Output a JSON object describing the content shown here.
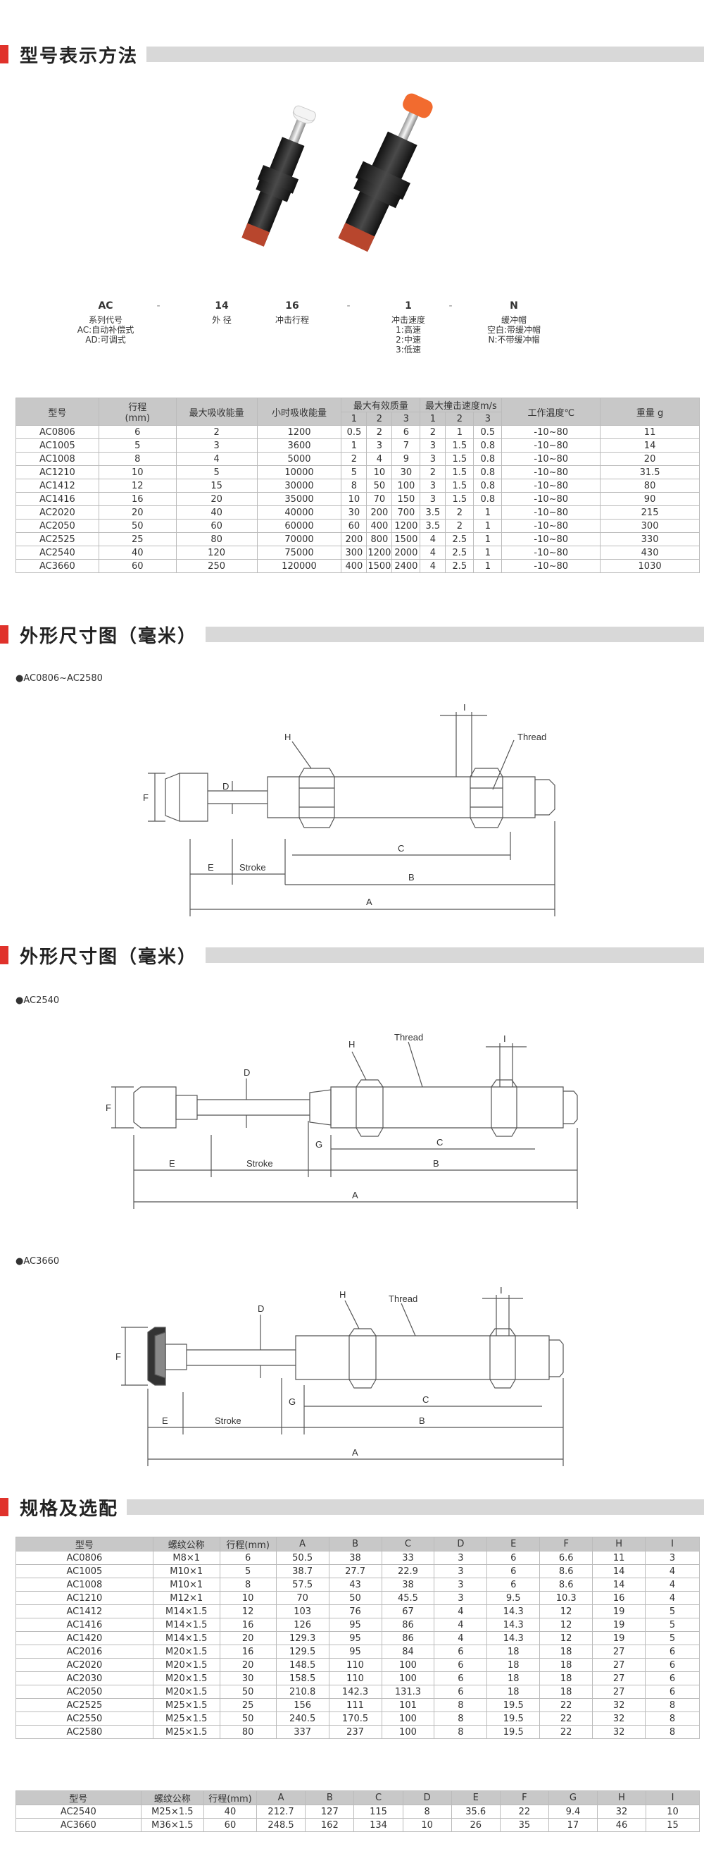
{
  "sec1": {
    "title": "型号表示方法"
  },
  "code": {
    "parts": [
      {
        "key": "AC",
        "desc": [
          "系列代号",
          "AC:自动补偿式",
          "AD:可调式"
        ]
      },
      {
        "key": "-",
        "desc": []
      },
      {
        "key": "14",
        "desc": [
          "外 径"
        ]
      },
      {
        "key": "16",
        "desc": [
          "冲击行程"
        ]
      },
      {
        "key": "-",
        "desc": []
      },
      {
        "key": "1",
        "desc": [
          "冲击速度",
          "1:高速",
          "2:中速",
          "3:低速"
        ]
      },
      {
        "key": "-",
        "desc": []
      },
      {
        "key": "N",
        "desc": [
          "缓冲帽",
          "空白:带缓冲帽",
          "N:不带缓冲帽"
        ]
      }
    ]
  },
  "table1": {
    "headers": {
      "model": "型号",
      "stroke": "行程",
      "stroke_unit": "(mm)",
      "max_energy": "最大吸收能量",
      "hour_energy": "小时吸收能量",
      "max_mass": "最大有效质量",
      "max_speed": "最大撞击速度m/s",
      "temp": "工作温度℃",
      "weight": "重量 g",
      "sub": [
        "1",
        "2",
        "3",
        "1",
        "2",
        "3"
      ]
    },
    "rows": [
      [
        "AC0806",
        "6",
        "2",
        "1200",
        "0.5",
        "2",
        "6",
        "2",
        "1",
        "0.5",
        "-10~80",
        "11"
      ],
      [
        "AC1005",
        "5",
        "3",
        "3600",
        "1",
        "3",
        "7",
        "3",
        "1.5",
        "0.8",
        "-10~80",
        "14"
      ],
      [
        "AC1008",
        "8",
        "4",
        "5000",
        "2",
        "4",
        "9",
        "3",
        "1.5",
        "0.8",
        "-10~80",
        "20"
      ],
      [
        "AC1210",
        "10",
        "5",
        "10000",
        "5",
        "10",
        "30",
        "2",
        "1.5",
        "0.8",
        "-10~80",
        "31.5"
      ],
      [
        "AC1412",
        "12",
        "15",
        "30000",
        "8",
        "50",
        "100",
        "3",
        "1.5",
        "0.8",
        "-10~80",
        "80"
      ],
      [
        "AC1416",
        "16",
        "20",
        "35000",
        "10",
        "70",
        "150",
        "3",
        "1.5",
        "0.8",
        "-10~80",
        "90"
      ],
      [
        "AC2020",
        "20",
        "40",
        "40000",
        "30",
        "200",
        "700",
        "3.5",
        "2",
        "1",
        "-10~80",
        "215"
      ],
      [
        "AC2050",
        "50",
        "60",
        "60000",
        "60",
        "400",
        "1200",
        "3.5",
        "2",
        "1",
        "-10~80",
        "300"
      ],
      [
        "AC2525",
        "25",
        "80",
        "70000",
        "200",
        "800",
        "1500",
        "4",
        "2.5",
        "1",
        "-10~80",
        "330"
      ],
      [
        "AC2540",
        "40",
        "120",
        "75000",
        "300",
        "1200",
        "2000",
        "4",
        "2.5",
        "1",
        "-10~80",
        "430"
      ],
      [
        "AC3660",
        "60",
        "250",
        "120000",
        "400",
        "1500",
        "2400",
        "4",
        "2.5",
        "1",
        "-10~80",
        "1030"
      ]
    ]
  },
  "sec2": {
    "title": "外形尺寸图（毫米）",
    "model_label": "●AC0806~AC2580"
  },
  "sec3": {
    "title": "外形尺寸图（毫米）",
    "model_label_1": "●AC2540",
    "model_label_2": "●AC3660"
  },
  "dims": {
    "A": "A",
    "B": "B",
    "C": "C",
    "D": "D",
    "E": "E",
    "F": "F",
    "G": "G",
    "H": "H",
    "I": "I",
    "stroke": "Stroke",
    "thread": "Thread"
  },
  "sec4": {
    "title": "规格及选配"
  },
  "table2": {
    "headers": [
      "型号",
      "螺纹公称",
      "行程(mm)",
      "A",
      "B",
      "C",
      "D",
      "E",
      "F",
      "H",
      "I"
    ],
    "rows": [
      [
        "AC0806",
        "M8×1",
        "6",
        "50.5",
        "38",
        "33",
        "3",
        "6",
        "6.6",
        "11",
        "3"
      ],
      [
        "AC1005",
        "M10×1",
        "5",
        "38.7",
        "27.7",
        "22.9",
        "3",
        "6",
        "8.6",
        "14",
        "4"
      ],
      [
        "AC1008",
        "M10×1",
        "8",
        "57.5",
        "43",
        "38",
        "3",
        "6",
        "8.6",
        "14",
        "4"
      ],
      [
        "AC1210",
        "M12×1",
        "10",
        "70",
        "50",
        "45.5",
        "3",
        "9.5",
        "10.3",
        "16",
        "4"
      ],
      [
        "AC1412",
        "M14×1.5",
        "12",
        "103",
        "76",
        "67",
        "4",
        "14.3",
        "12",
        "19",
        "5"
      ],
      [
        "AC1416",
        "M14×1.5",
        "16",
        "126",
        "95",
        "86",
        "4",
        "14.3",
        "12",
        "19",
        "5"
      ],
      [
        "AC1420",
        "M14×1.5",
        "20",
        "129.3",
        "95",
        "86",
        "4",
        "14.3",
        "12",
        "19",
        "5"
      ],
      [
        "AC2016",
        "M20×1.5",
        "16",
        "129.5",
        "95",
        "84",
        "6",
        "18",
        "18",
        "27",
        "6"
      ],
      [
        "AC2020",
        "M20×1.5",
        "20",
        "148.5",
        "110",
        "100",
        "6",
        "18",
        "18",
        "27",
        "6"
      ],
      [
        "AC2030",
        "M20×1.5",
        "30",
        "158.5",
        "110",
        "100",
        "6",
        "18",
        "18",
        "27",
        "6"
      ],
      [
        "AC2050",
        "M20×1.5",
        "50",
        "210.8",
        "142.3",
        "131.3",
        "6",
        "18",
        "18",
        "27",
        "6"
      ],
      [
        "AC2525",
        "M25×1.5",
        "25",
        "156",
        "111",
        "101",
        "8",
        "19.5",
        "22",
        "32",
        "8"
      ],
      [
        "AC2550",
        "M25×1.5",
        "50",
        "240.5",
        "170.5",
        "100",
        "8",
        "19.5",
        "22",
        "32",
        "8"
      ],
      [
        "AC2580",
        "M25×1.5",
        "80",
        "337",
        "237",
        "100",
        "8",
        "19.5",
        "22",
        "32",
        "8"
      ]
    ]
  },
  "table3": {
    "headers": [
      "型号",
      "螺纹公称",
      "行程(mm)",
      "A",
      "B",
      "C",
      "D",
      "E",
      "F",
      "G",
      "H",
      "I"
    ],
    "rows": [
      [
        "AC2540",
        "M25×1.5",
        "40",
        "212.7",
        "127",
        "115",
        "8",
        "35.6",
        "22",
        "9.4",
        "32",
        "10"
      ],
      [
        "AC3660",
        "M36×1.5",
        "60",
        "248.5",
        "162",
        "134",
        "10",
        "26",
        "35",
        "17",
        "46",
        "15"
      ]
    ]
  },
  "colors": {
    "accent": "#e0322b",
    "bar": "#d8d8d8",
    "header": "#c8c8c8",
    "cap_white": "#f2f2f2",
    "cap_orange": "#f26b2f",
    "body": "#2a2a2a"
  }
}
